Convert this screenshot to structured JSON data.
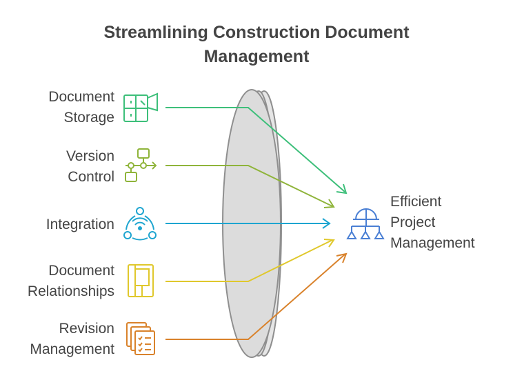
{
  "title": {
    "line1": "Streamlining Construction Document",
    "line2": "Management"
  },
  "inputs": [
    {
      "line1": "Document",
      "line2": "Storage",
      "icon": "document-storage-icon",
      "color": "#3dbf7a"
    },
    {
      "line1": "Version",
      "line2": "Control",
      "icon": "version-control-icon",
      "color": "#8fb43a"
    },
    {
      "line1": "Integration",
      "line2": "",
      "icon": "integration-icon",
      "color": "#1ea5d0"
    },
    {
      "line1": "Document",
      "line2": "Relationships",
      "icon": "document-relationships-icon",
      "color": "#e0c82c"
    },
    {
      "line1": "Revision",
      "line2": "Management",
      "icon": "revision-management-icon",
      "color": "#d9822b"
    }
  ],
  "output": {
    "line1": "Efficient",
    "line2": "Project",
    "line3": "Management",
    "icon": "project-management-icon",
    "color": "#4a7fd4"
  },
  "lens": {
    "color": "#e0e0e0",
    "stroke": "#8f8f8f"
  }
}
